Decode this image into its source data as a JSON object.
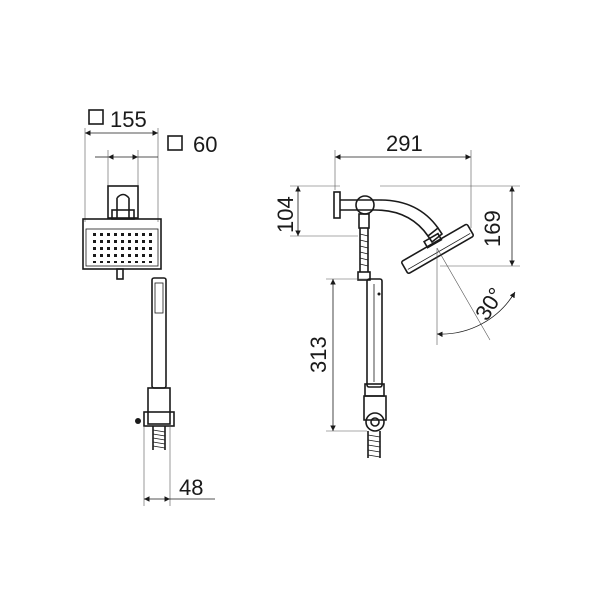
{
  "front_view": {
    "width_label": "155",
    "arm_label": "60",
    "wall_depth_label": "48"
  },
  "side_view": {
    "length_label": "291",
    "arm_height_label": "104",
    "head_drop_label": "169",
    "hose_label": "313",
    "angle_label": "30°"
  }
}
